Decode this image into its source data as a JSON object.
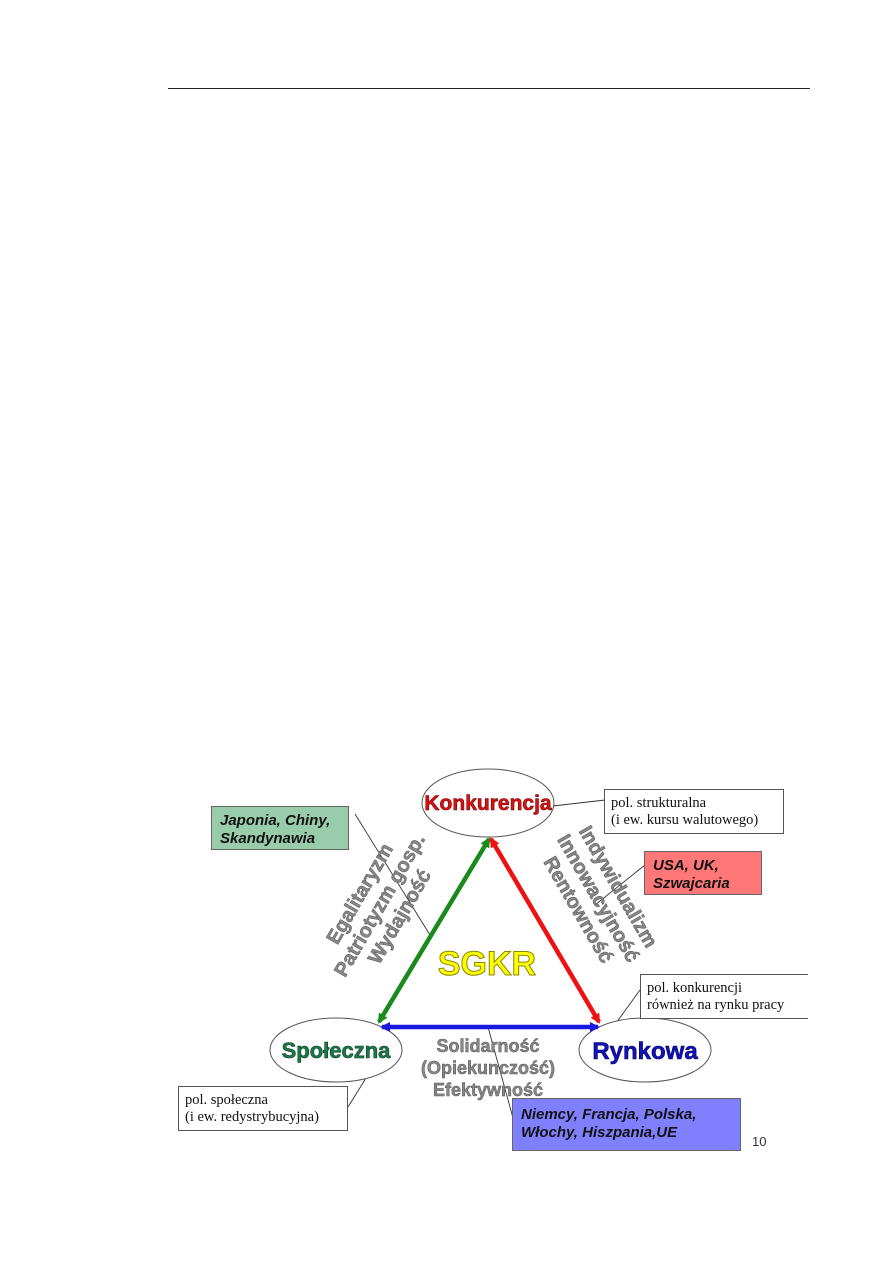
{
  "nodes": {
    "top": "Konkurencja",
    "left": "Społeczna",
    "right": "Rynkowa",
    "center": "SGKR"
  },
  "edge_labels": {
    "left": [
      "Egalitaryzm",
      "Patriotyzm gosp.",
      "Wydajność"
    ],
    "right": [
      "Indywidualizm",
      "Innowacyjność",
      "Rentowność"
    ],
    "bottom": [
      "Solidarność",
      "(Opiekunczość)",
      "Efektywność"
    ]
  },
  "policy_boxes": {
    "structural": [
      "pol. strukturalna",
      "(i ew. kursu walutowego)"
    ],
    "labor": [
      "pol. konkurencji",
      "również na rynku pracy"
    ],
    "social": [
      "pol. społeczna",
      "(i ew. redystrybucyjna)"
    ]
  },
  "country_boxes": {
    "asia": [
      "Japonia, Chiny,",
      "Skandynawia"
    ],
    "anglo": [
      "USA, UK,",
      "Szwajcaria"
    ],
    "europe": [
      "Niemcy, Francja, Polska,",
      "Włochy, Hiszpania,UE"
    ]
  },
  "colors": {
    "top_node": "#e01010",
    "left_node": "#1a7a4a",
    "right_node": "#1010c0",
    "center": "#ffff00",
    "left_arrow": "#1a8a1a",
    "right_arrow": "#ee1111",
    "bottom_arrow": "#1818e0",
    "asia_box": "#99ccaa",
    "anglo_box": "#ff7777",
    "europe_box": "#8080ff",
    "edge_text": "#888888"
  },
  "page_number": "10"
}
